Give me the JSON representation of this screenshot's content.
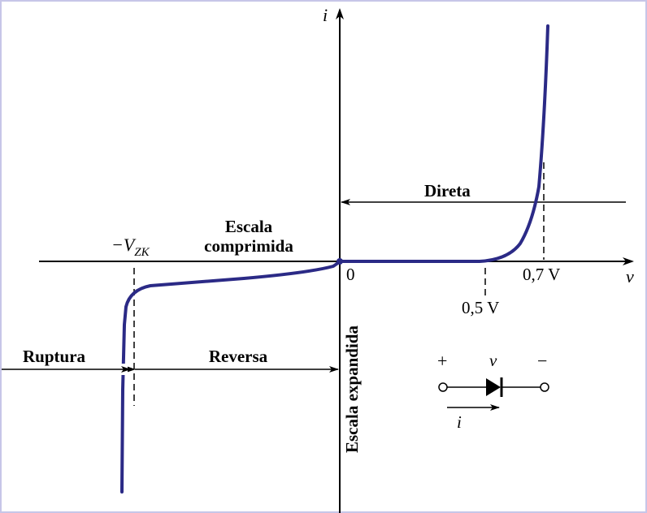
{
  "axes": {
    "y_label": "i",
    "x_label": "v",
    "origin_label": "0"
  },
  "ticks": {
    "v05": "0,5 V",
    "v07": "0,7 V",
    "vzk": "−V",
    "vzk_sub": "ZK"
  },
  "regions": {
    "direta": "Direta",
    "reversa": "Reversa",
    "ruptura": "Ruptura",
    "escala_comprimida_line1": "Escala",
    "escala_comprimida_line2": "comprimida",
    "escala_expandida": "Escala expandida"
  },
  "diode_symbol": {
    "plus": "+",
    "voltage": "v",
    "minus": "−",
    "current": "i"
  },
  "colors": {
    "curve": "#2b2a86",
    "ink": "#000000",
    "background": "#ffffff",
    "border": "#c7c6e8"
  }
}
